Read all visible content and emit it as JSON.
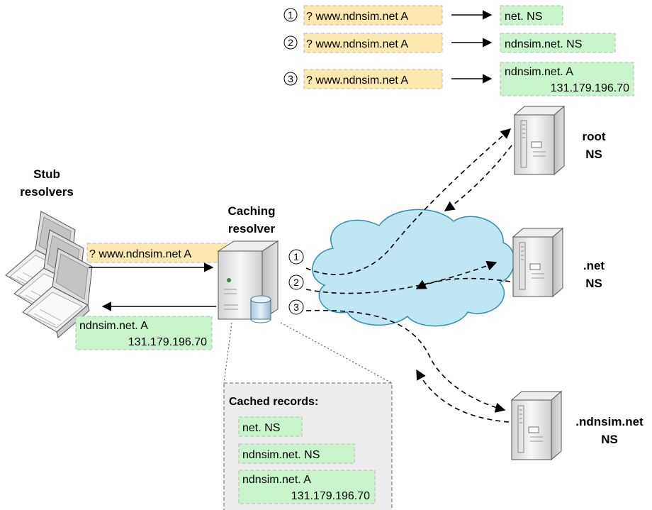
{
  "queries": [
    {
      "num": "1",
      "query": "? www.ndnsim.net A",
      "response": [
        "net. NS"
      ]
    },
    {
      "num": "2",
      "query": "? www.ndnsim.net A",
      "response": [
        "ndnsim.net. NS"
      ]
    },
    {
      "num": "3",
      "query": "? www.ndnsim.net A",
      "response": [
        "ndnsim.net. A",
        "131.179.196.70"
      ]
    }
  ],
  "stub": {
    "label_line1": "Stub",
    "label_line2": "resolvers"
  },
  "caching": {
    "label_line1": "Caching",
    "label_line2": "resolver"
  },
  "client_query": "? www.ndnsim.net A",
  "client_answer": [
    "ndnsim.net. A",
    "131.179.196.70"
  ],
  "path_numbers": [
    "1",
    "2",
    "3"
  ],
  "servers": {
    "root": {
      "line1": "root",
      "line2": "NS"
    },
    "net": {
      "line1": ".net",
      "line2": "NS"
    },
    "ndnsim": {
      "line1": ".ndnsim.net",
      "line2": "NS"
    }
  },
  "cache": {
    "title": "Cached records:",
    "records": [
      [
        "net. NS"
      ],
      [
        "ndnsim.net. NS"
      ],
      [
        "ndnsim.net. A",
        "131.179.196.70"
      ]
    ]
  },
  "colors": {
    "query_fill": "#fde9b0",
    "record_fill": "#c8f5cc",
    "cloud_fill": "#bfe6f3",
    "cloud_stroke": "#2f8fb3",
    "cache_fill": "#ececec"
  }
}
